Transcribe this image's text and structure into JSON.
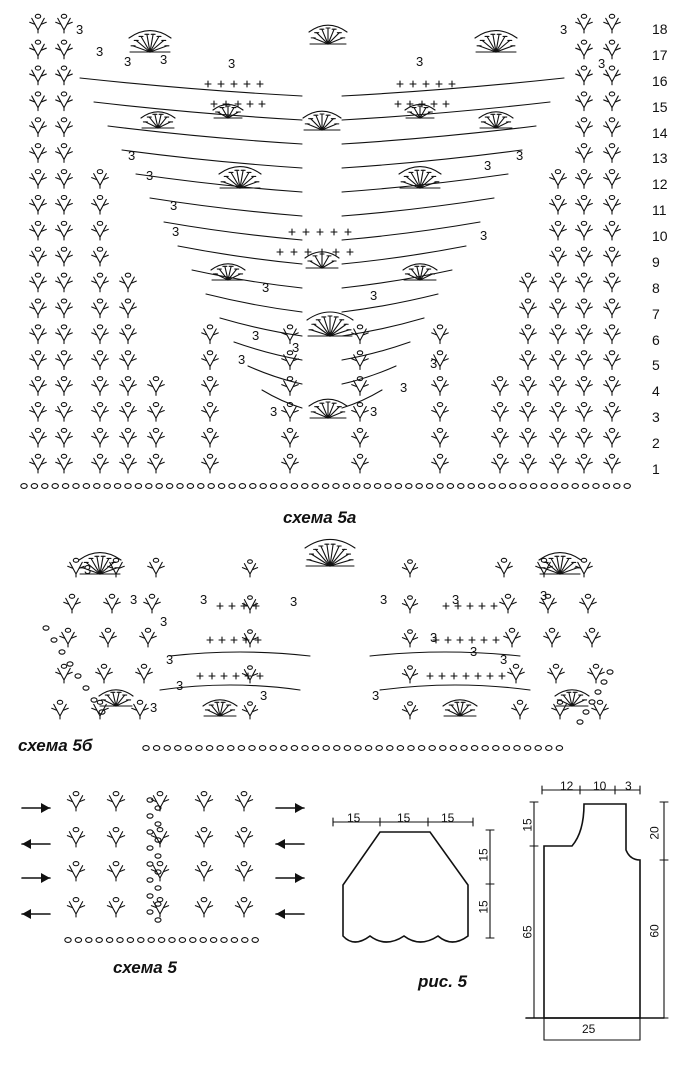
{
  "diagrams": {
    "scheme_5a": {
      "label": "схема 5а",
      "rows": [
        "1",
        "2",
        "3",
        "4",
        "5",
        "6",
        "7",
        "8",
        "9",
        "10",
        "11",
        "12",
        "13",
        "14",
        "15",
        "16",
        "17",
        "18"
      ],
      "inner_count": "3"
    },
    "scheme_5b": {
      "label": "схема 5б",
      "inner_count": "3"
    },
    "scheme_5": {
      "label": "схема 5"
    },
    "figure_5": {
      "label": "рис. 5",
      "top_widths": [
        "15",
        "15",
        "15"
      ],
      "side_heights": [
        "15",
        "15"
      ]
    },
    "pattern": {
      "top_widths": [
        "12",
        "10",
        "3"
      ],
      "left_heights": [
        "15",
        "65"
      ],
      "right_heights": [
        "20",
        "60"
      ],
      "bottom_width": "25"
    }
  }
}
